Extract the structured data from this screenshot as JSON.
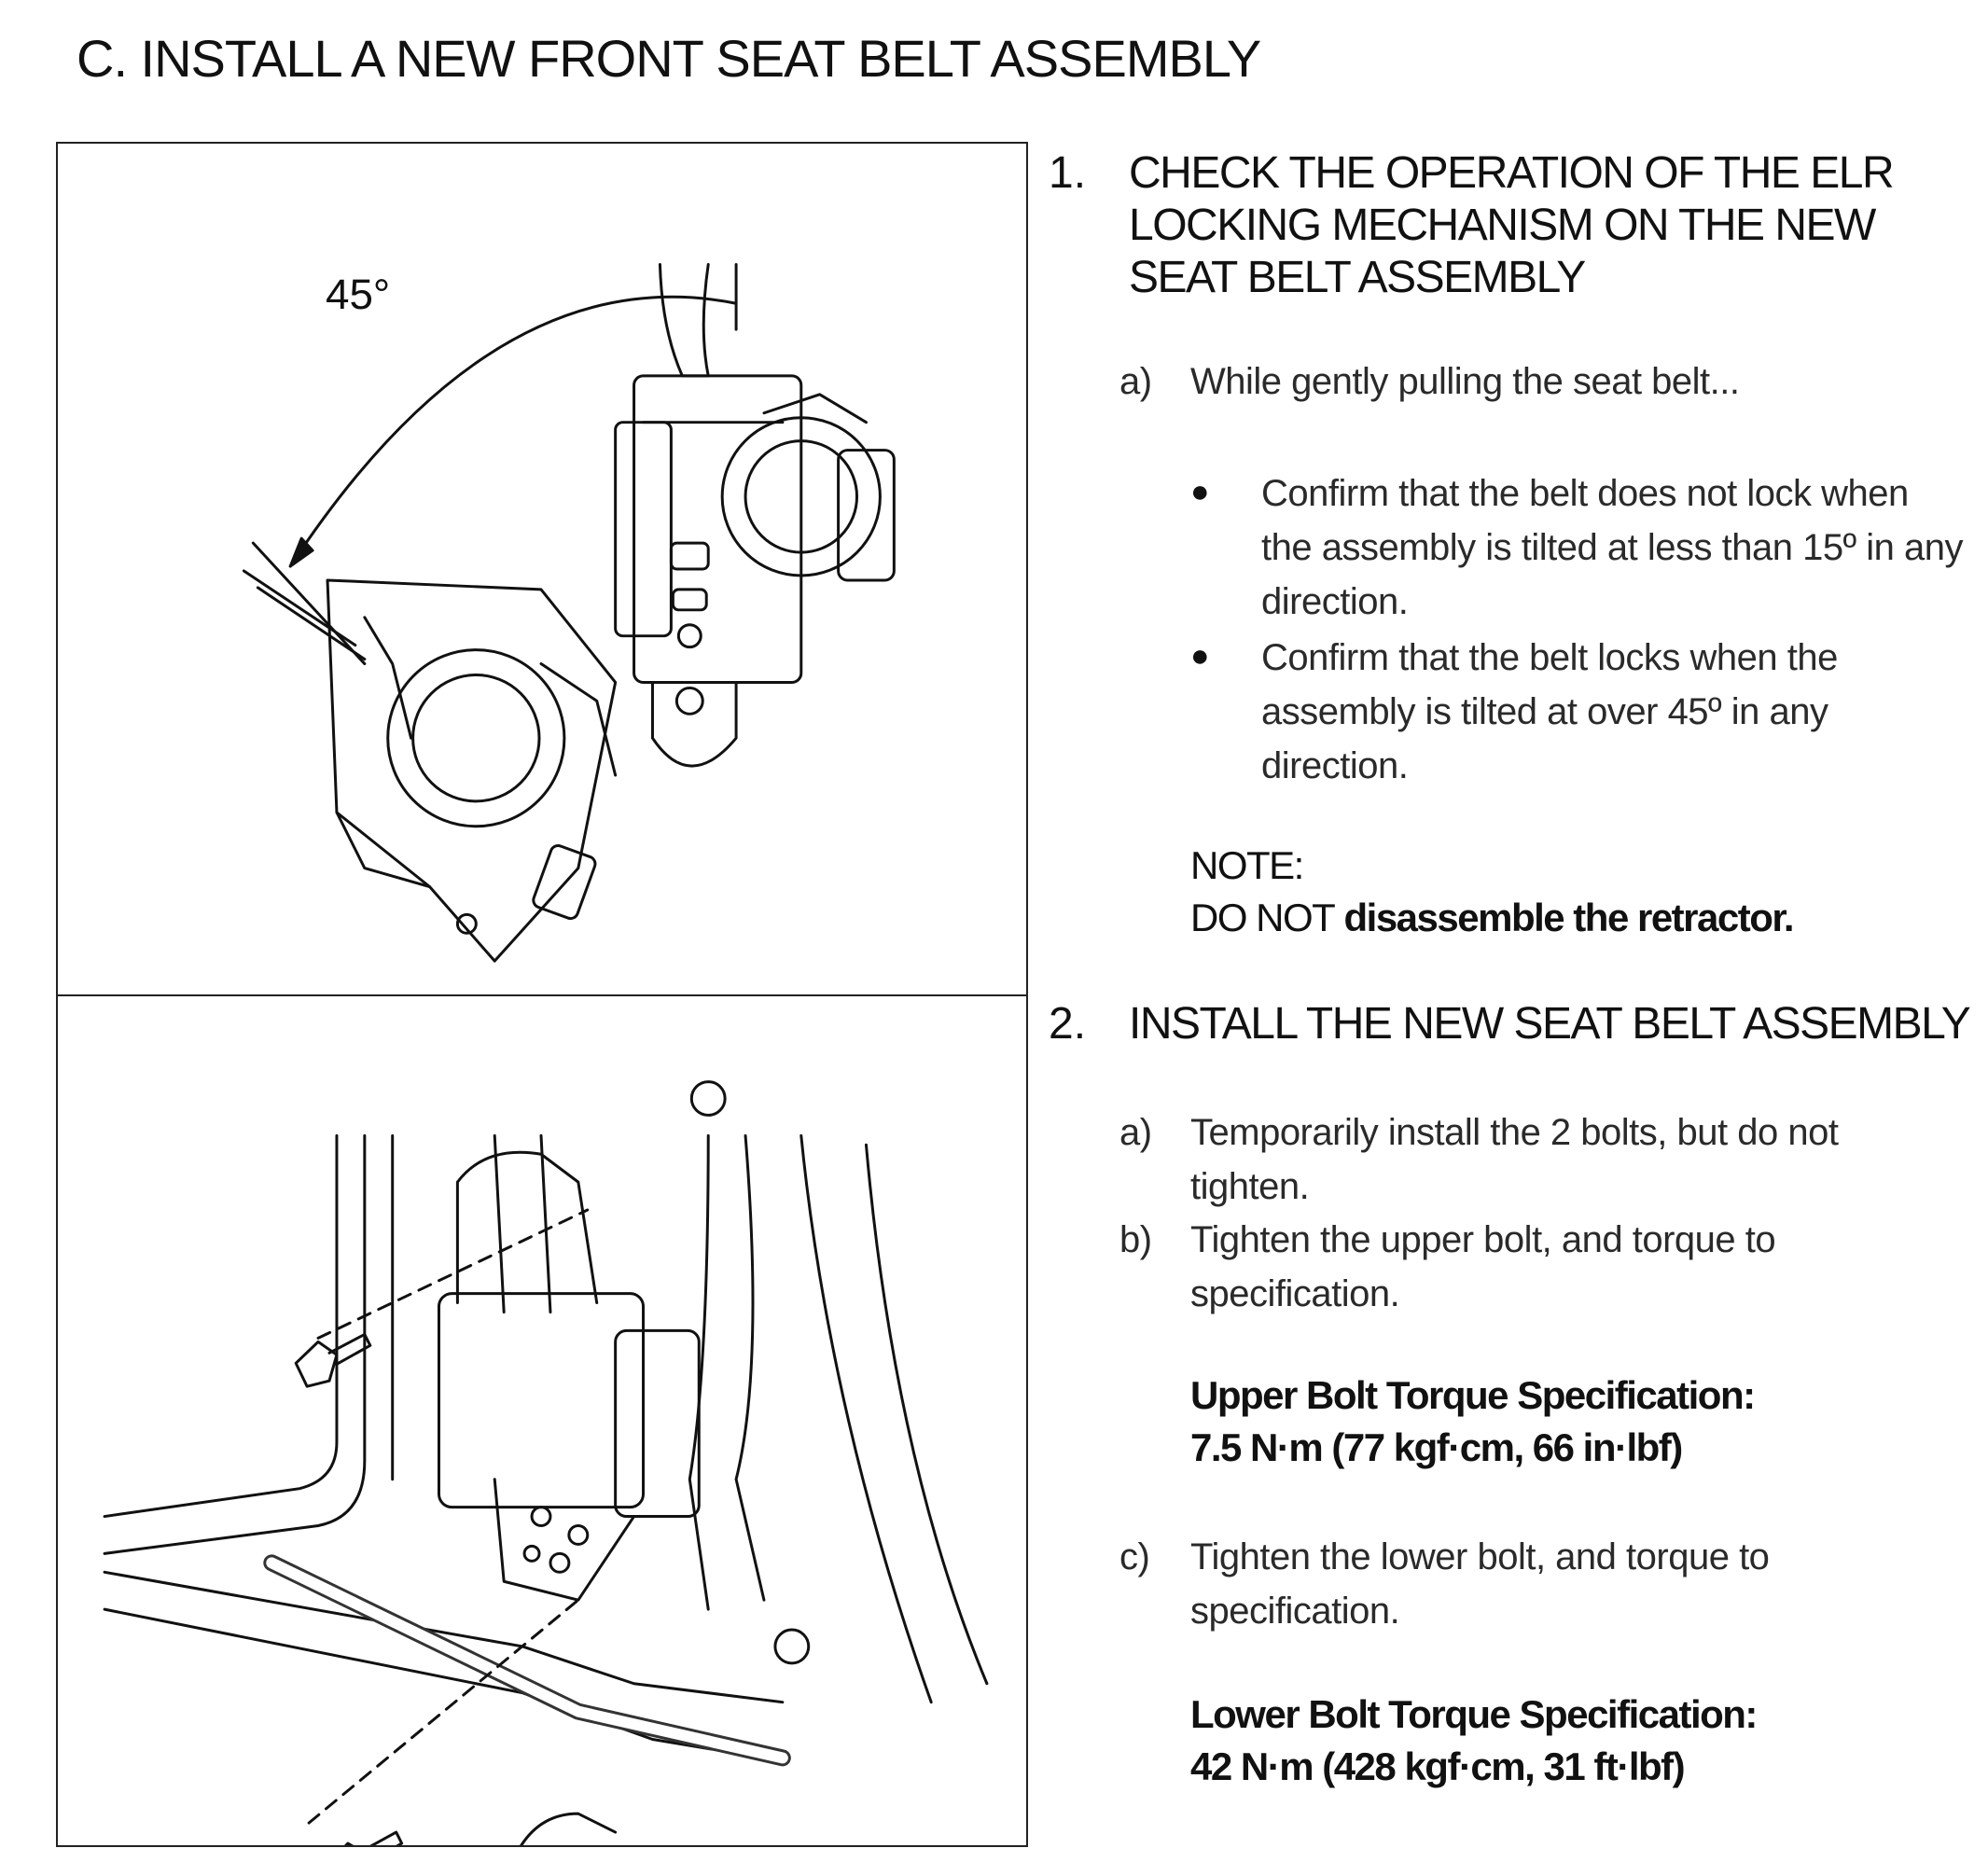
{
  "title": "C.  INSTALL A NEW FRONT SEAT BELT ASSEMBLY",
  "figure1": {
    "angle_label": "45°"
  },
  "step1": {
    "number": "1.",
    "heading_lines": [
      "CHECK THE OPERATION OF THE ELR",
      "LOCKING MECHANISM ON THE NEW",
      "SEAT BELT ASSEMBLY"
    ],
    "sub_a": {
      "marker": "a)",
      "text": "While gently pulling the seat belt..."
    },
    "bullets": [
      {
        "lines": [
          "Confirm that the belt does not lock when",
          "the assembly is tilted at less than 15º in any",
          "direction."
        ]
      },
      {
        "lines": [
          "Confirm that the belt locks when the",
          "assembly is tilted at over 45º in any",
          "direction."
        ]
      }
    ],
    "note_label": "NOTE:",
    "note_emph": "DO NOT",
    "note_rest": " disassemble the retractor."
  },
  "step2": {
    "number": "2.",
    "heading": "INSTALL THE NEW SEAT BELT ASSEMBLY",
    "sub_a": {
      "marker": "a)",
      "lines": [
        "Temporarily install the 2 bolts, but do not",
        "tighten."
      ]
    },
    "sub_b": {
      "marker": "b)",
      "lines": [
        "Tighten the upper bolt, and torque to",
        "specification."
      ]
    },
    "upper_spec_label": "Upper Bolt Torque Specification:",
    "upper_spec_value": "7.5 N·m (77 kgf·cm, 66 in·lbf)",
    "sub_c": {
      "marker": "c)",
      "lines": [
        "Tighten the lower bolt, and torque to",
        "specification."
      ]
    },
    "lower_spec_label": "Lower Bolt Torque Specification:",
    "lower_spec_value": "42 N·m (428 kgf·cm, 31 ft·lbf)"
  }
}
